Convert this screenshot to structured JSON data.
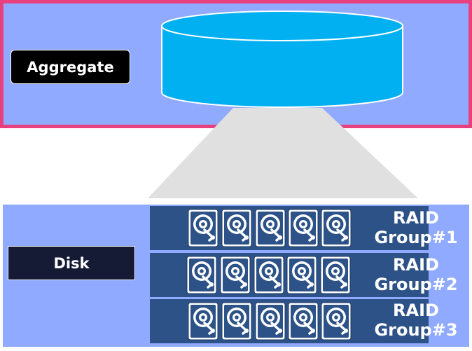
{
  "labels": {
    "aggregate": "Aggregate",
    "disk": "Disk"
  },
  "raid_groups": [
    {
      "line1": "RAID",
      "line2": "Group#1",
      "disk_count": 5
    },
    {
      "line1": "RAID",
      "line2": "Group#2",
      "disk_count": 5
    },
    {
      "line1": "RAID",
      "line2": "Group#3",
      "disk_count": 5
    }
  ],
  "colors": {
    "panel": "#8faaff",
    "aggregate_border": "#e8407f",
    "cylinder": "#00b0f0",
    "raid_band": "#2c5287",
    "disk_icon": "#2c5287",
    "funnel": "#e0e0e0"
  },
  "icons": {
    "storage": "cylinder-icon",
    "disk": "hard-drive-icon"
  }
}
